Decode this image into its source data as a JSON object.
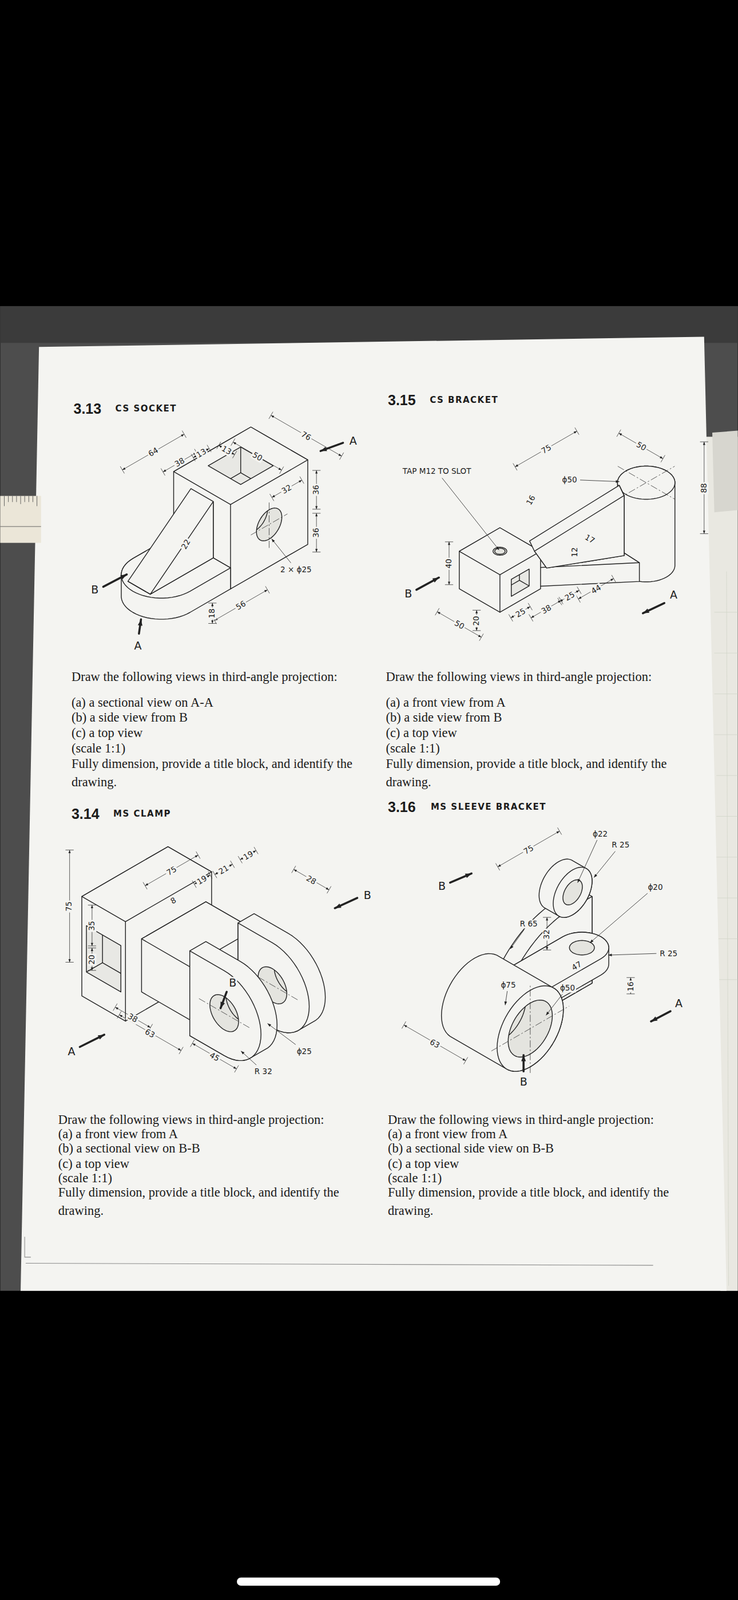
{
  "diagram": {
    "labels": [
      "3.13",
      "CS SOCKET",
      "64",
      "38",
      "13",
      "13",
      "50",
      "76",
      "32",
      "36",
      "36",
      "22",
      "18",
      "56",
      "2 × ϕ25",
      "A",
      "B",
      "A",
      "Draw the following views in third-angle projection:",
      "(a) a sectional view on A-A",
      "(b) a side view from B",
      "(c) a top view",
      "(scale 1:1)",
      "Fully dimension, provide a title block, and identify the drawing.",
      "3.14",
      "MS CLAMP",
      "75",
      "19",
      "21",
      "19",
      "8",
      "28",
      "B",
      "75",
      "35",
      "20",
      "38",
      "63",
      "B",
      "45",
      "ϕ25",
      "R 32",
      "A",
      "Draw the following views in third-angle projection:",
      "(a) a front view from A",
      "(b) a sectional view on B-B",
      "(c) a top view",
      "(scale 1:1)",
      "Fully dimension, provide a title block, and identify the drawing.",
      "3.15",
      "CS BRACKET",
      "TAP M12 TO SLOT",
      "75",
      "50",
      "ϕ50",
      "16",
      "17",
      "12",
      "40",
      "50",
      "20",
      "25",
      "38",
      "25",
      "44",
      "88",
      "B",
      "A",
      "Draw the following views in third-angle projection:",
      "(a) a front view from A",
      "(b) a side view from B",
      "(c) a top view",
      "(scale 1:1)",
      "Fully dimension, provide a title block, and identify the drawing.",
      "3.16",
      "MS SLEEVE BRACKET",
      "75",
      "ϕ22",
      "R 25",
      "ϕ20",
      "R 25",
      "R 65",
      "32",
      "47",
      "ϕ75",
      "ϕ50",
      "16",
      "63",
      "B",
      "B",
      "A",
      "Draw the following views in third-angle projection:",
      "(a) a front view from A",
      "(b) a sectional side view on B-B",
      "(c) a top view",
      "(scale 1:1)",
      "Fully dimension, provide a title block, and identify the drawing."
    ]
  }
}
